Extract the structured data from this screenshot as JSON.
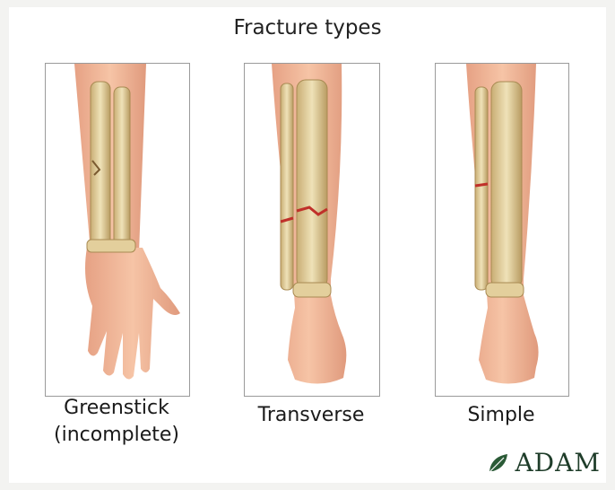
{
  "title": "Fracture types",
  "panels": [
    {
      "caption_line1": "Greenstick",
      "caption_line2": "(incomplete)",
      "limb": "forearm-hand"
    },
    {
      "caption_line1": "Transverse",
      "caption_line2": "",
      "limb": "lower-leg-foot"
    },
    {
      "caption_line1": "Simple",
      "caption_line2": "",
      "limb": "lower-leg-foot"
    }
  ],
  "logo": {
    "text": "ADAM",
    "icon": "leaf-icon"
  },
  "colors": {
    "skin": "#f0b898",
    "skin_shadow": "#d9957a",
    "bone": "#e8d7a8",
    "bone_shadow": "#b89a62",
    "fracture": "#c0302a"
  }
}
